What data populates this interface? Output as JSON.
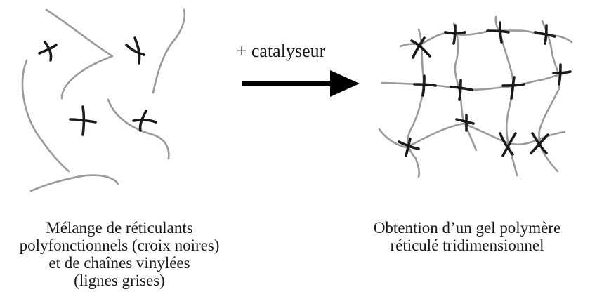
{
  "arrow_label": "+ catalyseur",
  "left_caption": {
    "lines": [
      "Mélange de réticulants",
      "polyfonctionnels (croix noires)",
      "et de chaînes vinylées",
      "(lignes grises)"
    ]
  },
  "right_caption": {
    "lines": [
      "Obtention d’un gel polymère",
      "réticulé tridimensionnel"
    ]
  },
  "colors": {
    "chains": "#9a9a9a",
    "crosslinkers": "#1a1a1a",
    "arrow": "#000000",
    "background": "#ffffff"
  }
}
